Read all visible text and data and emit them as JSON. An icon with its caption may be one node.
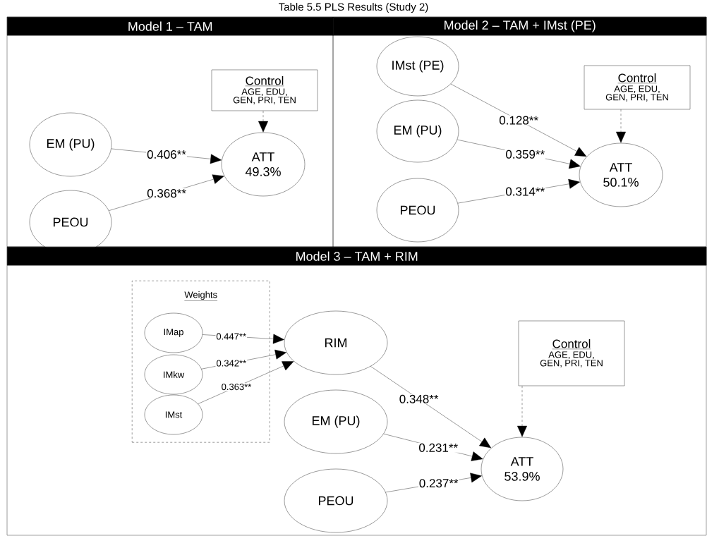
{
  "diagram": {
    "title": "Table 5.5 PLS Results (Study 2)",
    "nodes": [
      {
        "text": [
          "Model 1 – TAM"
        ]
      },
      {
        "text": [
          "Control",
          "AGE, EDU, GEN, PRI, TEN"
        ],
        "in": 0
      },
      {
        "text": [
          "EM (PU)"
        ],
        "in": 0
      },
      {
        "text": [
          "ATT",
          "49.3%"
        ],
        "in": 0
      },
      {
        "text": [
          "PEOU"
        ],
        "in": 0
      },
      {
        "text": [
          "Model 2 – TAM + IMst (PE)"
        ]
      },
      {
        "text": [
          "IMst (PE)"
        ],
        "in": 5
      },
      {
        "text": [
          "Control",
          "AGE, EDU, GEN, PRI, TEN"
        ],
        "in": 5
      },
      {
        "text": [
          "EM (PU)"
        ],
        "in": 5
      },
      {
        "text": [
          "ATT",
          "50.1%"
        ],
        "in": 5
      },
      {
        "text": [
          "PEOU"
        ],
        "in": 5
      },
      {
        "text": [
          "Model 3 – TAM + RIM"
        ]
      },
      {
        "text": [
          "Weights"
        ],
        "in": 11
      },
      {
        "text": [
          "IMap"
        ],
        "in": 12
      },
      {
        "text": [
          "IMkw"
        ],
        "in": 12
      },
      {
        "text": [
          "IMst"
        ],
        "in": 12
      },
      {
        "text": [
          "RIM"
        ],
        "in": 11
      },
      {
        "text": [
          "Control",
          "AGE, EDU, GEN, PRI, TEN"
        ],
        "in": 11
      },
      {
        "text": [
          "EM (PU)"
        ],
        "in": 11
      },
      {
        "text": [
          "ATT",
          "53.9%"
        ],
        "in": 11
      },
      {
        "text": [
          "PEOU"
        ],
        "in": 11
      }
    ],
    "edges": [
      {
        "from": 2,
        "to": 3,
        "arrow": "to",
        "label": "0.406**"
      },
      {
        "from": 4,
        "to": 3,
        "arrow": "to",
        "label": "0.368**"
      },
      {
        "from": 1,
        "to": 3,
        "arrow": "to",
        "style": "dashed"
      },
      {
        "from": 6,
        "to": 9,
        "arrow": "to",
        "label": "0.128**"
      },
      {
        "from": 8,
        "to": 9,
        "arrow": "to",
        "label": "0.359**"
      },
      {
        "from": 10,
        "to": 9,
        "arrow": "to",
        "label": "0.314**"
      },
      {
        "from": 7,
        "to": 9,
        "arrow": "to",
        "style": "dashed"
      },
      {
        "from": 13,
        "to": 16,
        "arrow": "to",
        "label": "0.447**"
      },
      {
        "from": 14,
        "to": 16,
        "arrow": "to",
        "label": "0.342**"
      },
      {
        "from": 15,
        "to": 16,
        "arrow": "to",
        "label": "0.363**"
      },
      {
        "from": 16,
        "to": 19,
        "arrow": "to",
        "label": "0.348**"
      },
      {
        "from": 18,
        "to": 19,
        "arrow": "to",
        "label": "0.231**"
      },
      {
        "from": 20,
        "to": 19,
        "arrow": "to",
        "label": "0.237**"
      },
      {
        "from": 17,
        "to": 19,
        "arrow": "to",
        "style": "dashed"
      }
    ]
  }
}
